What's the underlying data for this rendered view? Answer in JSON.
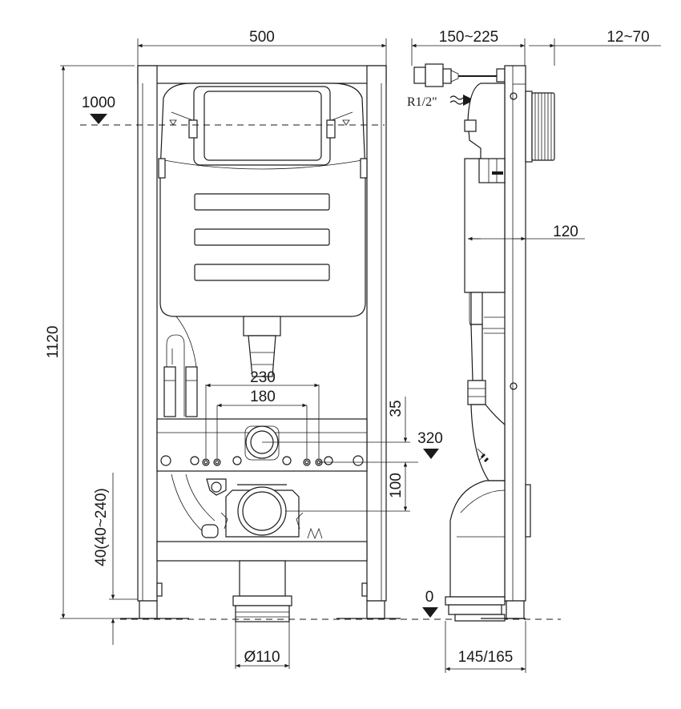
{
  "dimensions": {
    "frame_width": "500",
    "side_offset": "150~225",
    "wall_thickness": "12~70",
    "water_level": "1000",
    "total_height": "1120",
    "outer_spacing": "230",
    "inner_spacing": "180",
    "upper_offset": "35",
    "mounting_height": "320",
    "pipe_offset": "100",
    "foot_adjustment": "40(40~240)",
    "depth": "120",
    "floor_level": "0",
    "drain_diameter": "Ø110",
    "base_depth": "145/165"
  },
  "labels": {
    "water_connection": "R1/2\""
  }
}
